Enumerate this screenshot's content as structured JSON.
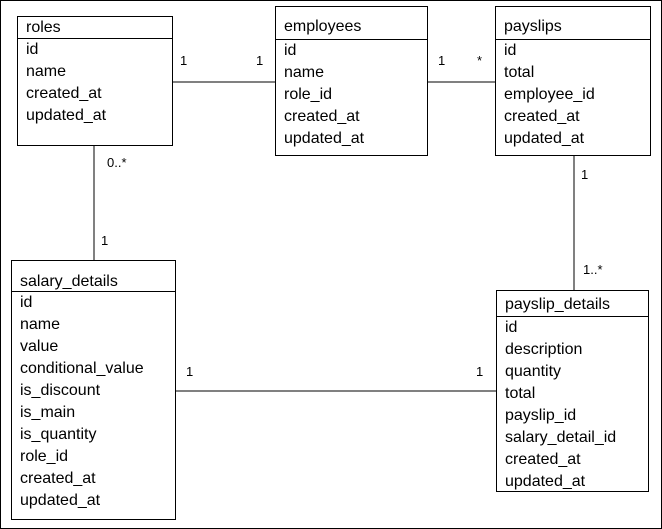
{
  "entities": {
    "roles": {
      "name": "roles",
      "fields": [
        "id",
        "name",
        "created_at",
        "updated_at"
      ]
    },
    "employees": {
      "name": "employees",
      "fields": [
        "id",
        "name",
        "role_id",
        "created_at",
        "updated_at"
      ]
    },
    "payslips": {
      "name": "payslips",
      "fields": [
        "id",
        "total",
        "employee_id",
        "created_at",
        "updated_at"
      ]
    },
    "salary_details": {
      "name": "salary_details",
      "fields": [
        "id",
        "name",
        "value",
        "conditional_value",
        "is_discount",
        "is_main",
        "is_quantity",
        "role_id",
        "created_at",
        "updated_at"
      ]
    },
    "payslip_details": {
      "name": "payslip_details",
      "fields": [
        "id",
        "description",
        "quantity",
        "total",
        "payslip_id",
        "salary_detail_id",
        "created_at",
        "updated_at"
      ]
    }
  },
  "relationships": [
    {
      "from": "roles",
      "to": "employees",
      "from_mult": "1",
      "to_mult": "1"
    },
    {
      "from": "employees",
      "to": "payslips",
      "from_mult": "1",
      "to_mult": "*"
    },
    {
      "from": "roles",
      "to": "salary_details",
      "from_mult": "0..*",
      "to_mult": "1"
    },
    {
      "from": "payslips",
      "to": "payslip_details",
      "from_mult": "1",
      "to_mult": "1..*"
    },
    {
      "from": "salary_details",
      "to": "payslip_details",
      "from_mult": "1",
      "to_mult": "1"
    }
  ]
}
